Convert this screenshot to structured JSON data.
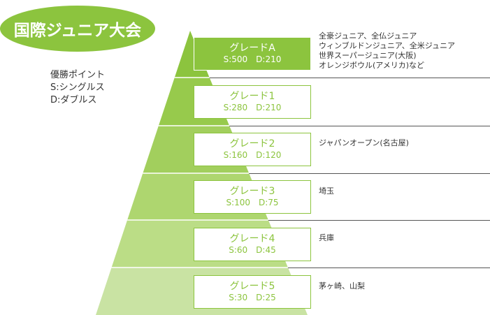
{
  "title": "国際ジュニア大会",
  "legend": {
    "line1": "優勝ポイント",
    "line2": "S:シングルス",
    "line3": "D:ダブルス"
  },
  "colors": {
    "accent": "#8cc43e",
    "tiers": [
      "#8cc43e",
      "#97ca4c",
      "#a2cf5d",
      "#aed66f",
      "#bbdd86",
      "#c9e3a3"
    ],
    "divider": "#555555"
  },
  "grades": [
    {
      "name": "グレードA",
      "points": "S:500　D:210",
      "highlight": true,
      "tournaments": [
        "全豪ジュニア、全仏ジュニア",
        "ウィンブルドンジュニア、全米ジュニア",
        "世界スーパージュニア(大阪)",
        "オレンジボウル(アメリカ)など"
      ]
    },
    {
      "name": "グレード1",
      "points": "S:280　D:210",
      "highlight": false,
      "tournaments": []
    },
    {
      "name": "グレード2",
      "points": "S:160　D:120",
      "highlight": false,
      "tournaments": [
        "ジャパンオープン(名古屋)"
      ]
    },
    {
      "name": "グレード3",
      "points": "S:100　D:75",
      "highlight": false,
      "tournaments": [
        "埼玉"
      ]
    },
    {
      "name": "グレード4",
      "points": "S:60　D:45",
      "highlight": false,
      "tournaments": [
        "兵庫"
      ]
    },
    {
      "name": "グレード5",
      "points": "S:30　D:25",
      "highlight": false,
      "tournaments": [
        "茅ヶ崎、山梨"
      ]
    }
  ]
}
